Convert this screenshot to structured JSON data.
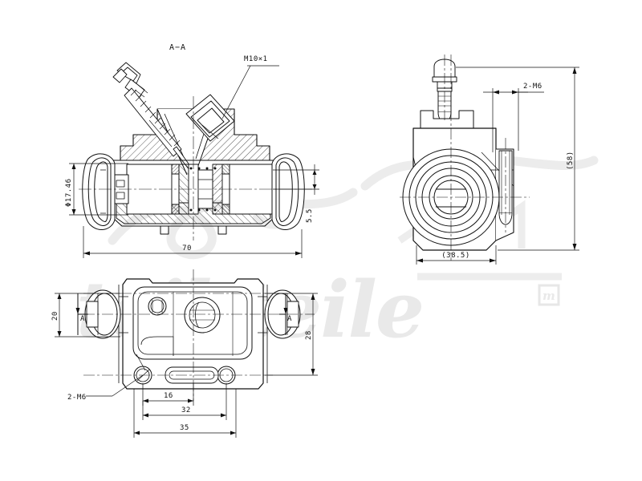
{
  "drawing": {
    "title": "Brake Wheel Cylinder Technical Drawing",
    "background_color": "#ffffff",
    "line_color": "#111111",
    "watermark_color": "#e9e9e9",
    "watermark_text": "teile",
    "watermark_text_2": "L.",
    "watermark_registered": "®"
  },
  "views": {
    "section": {
      "name": "section-view-a-a",
      "label": "A−A",
      "callouts": {
        "thread": "M10×1"
      },
      "dimensions": {
        "bore_diameter": "Φ17.46",
        "overall_length": "70",
        "offset_height": "5.5"
      }
    },
    "side": {
      "name": "side-view",
      "dimensions": {
        "mounting_thread": "2-M6",
        "overall_height": "(58)",
        "overall_width": "(38.5)"
      }
    },
    "front": {
      "name": "front-view",
      "dimensions": {
        "mounting_thread": "2-M6",
        "upper_height": "20",
        "lower_height": "28",
        "hole_center_to_axis": "16",
        "hole_spacing": "32",
        "overall_span": "35"
      },
      "section_marks": {
        "left": "A",
        "right": "A"
      }
    }
  }
}
